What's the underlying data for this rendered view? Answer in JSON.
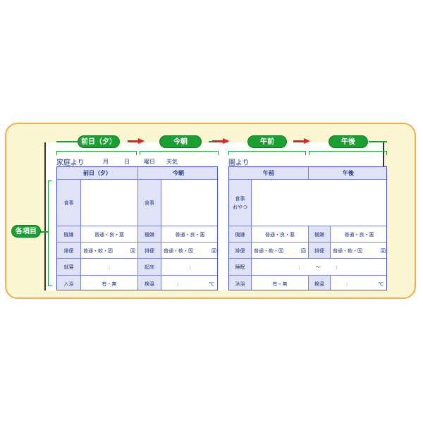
{
  "steps": [
    {
      "label": "前日（夕）"
    },
    {
      "label": "今朝"
    },
    {
      "label": "午前"
    },
    {
      "label": "午後"
    }
  ],
  "side_label": "各項目",
  "home": {
    "title": "家庭より",
    "month_label": "月",
    "day_label": "日",
    "weekday_label": "曜日",
    "weather_label": "天気"
  },
  "school": {
    "title": "園より"
  },
  "left_table": {
    "headers": [
      "前日（夕）",
      "今朝"
    ],
    "meal_label": "食事",
    "mood": {
      "label": "機嫌",
      "options": "普通・良・悪"
    },
    "bowel": {
      "label": "排便",
      "options": "普通・軟・固",
      "count": "回"
    },
    "row5": {
      "left_label": "就寝",
      "right_label": "起床",
      "time_sep": ":"
    },
    "row6": {
      "left_label": "入浴",
      "left_options": "有・無",
      "right_label": "検温",
      "temp_sep": ":",
      "unit": "℃"
    }
  },
  "right_table": {
    "headers": [
      "午前",
      "午後"
    ],
    "meal_label": "食事\nおやつ",
    "mood": {
      "label": "機嫌",
      "options": "普通・良・悪"
    },
    "bowel": {
      "label": "排便",
      "options": "普通・軟・固",
      "count": "回"
    },
    "sleep": {
      "label": "睡眠",
      "sep1": ":",
      "range": "～",
      "sep2": ":"
    },
    "row6": {
      "left_label": "沐浴",
      "left_options": "有・無",
      "right_label": "検温",
      "temp_sep": ":",
      "unit": "℃"
    }
  },
  "colors": {
    "green": "#19a030",
    "red_arrow": "#e2231a",
    "navy": "#233a8f",
    "panel_bg": "#fdf6d2",
    "panel_border": "#f3b04a"
  }
}
